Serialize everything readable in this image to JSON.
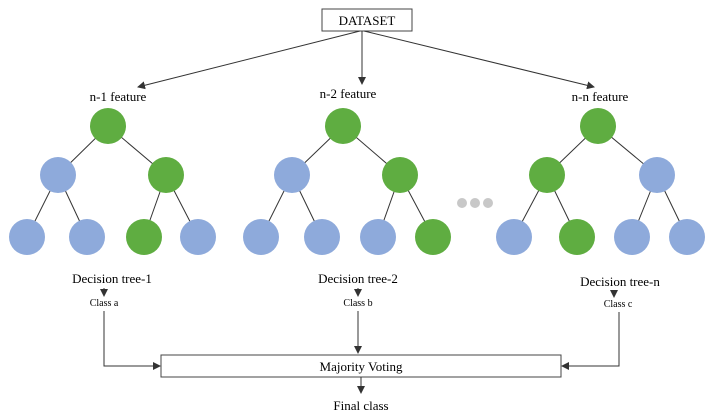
{
  "dataset_label": "DATASET",
  "features": [
    "n-1 feature",
    "n-2 feature",
    "n-n feature"
  ],
  "trees": [
    {
      "name": "Decision tree-1",
      "class_label": "Class a",
      "nodes": [
        "green",
        "blue",
        "green",
        "blue",
        "blue",
        "green",
        "blue"
      ]
    },
    {
      "name": "Decision tree-2",
      "class_label": "Class b",
      "nodes": [
        "green",
        "blue",
        "green",
        "blue",
        "blue",
        "blue",
        "green"
      ]
    },
    {
      "name": "Decision tree-n",
      "class_label": "Class c",
      "nodes": [
        "green",
        "green",
        "blue",
        "blue",
        "green",
        "blue",
        "blue"
      ]
    }
  ],
  "voting_label": "Majority Voting",
  "final_label": "Final class",
  "colors": {
    "green": "#5fad41",
    "blue": "#8eaadb",
    "dots": "#c8c8c8",
    "line": "#333333"
  }
}
